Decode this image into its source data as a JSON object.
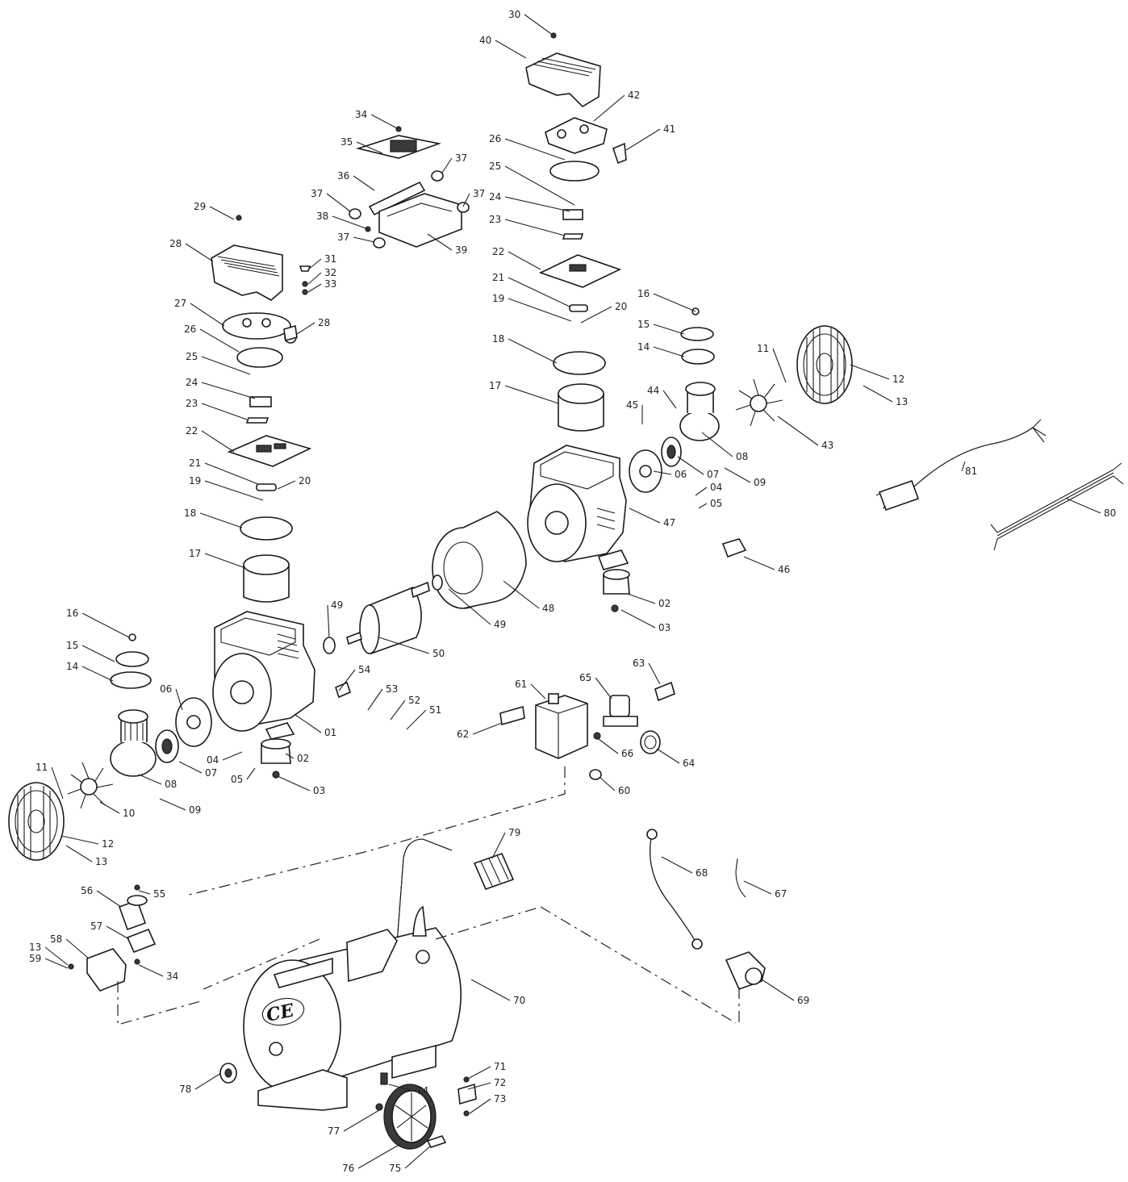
{
  "tank_mark": "CE",
  "part_numbers": [
    "01",
    "02",
    "03",
    "04",
    "05",
    "06",
    "07",
    "08",
    "09",
    "10",
    "11",
    "12",
    "13",
    "14",
    "15",
    "16",
    "17",
    "18",
    "19",
    "20",
    "21",
    "22",
    "23",
    "24",
    "25",
    "26",
    "27",
    "28",
    "29",
    "30",
    "31",
    "32",
    "33",
    "34",
    "35",
    "36",
    "37",
    "38",
    "39",
    "40",
    "41",
    "42",
    "43",
    "44",
    "45",
    "46",
    "47",
    "48",
    "49",
    "50",
    "51",
    "52",
    "53",
    "54",
    "55",
    "56",
    "57",
    "58",
    "59",
    "60",
    "61",
    "62",
    "63",
    "64",
    "65",
    "66",
    "67",
    "68",
    "69",
    "70",
    "71",
    "72",
    "73",
    "74",
    "75",
    "76",
    "77",
    "78",
    "79",
    "80",
    "81"
  ]
}
